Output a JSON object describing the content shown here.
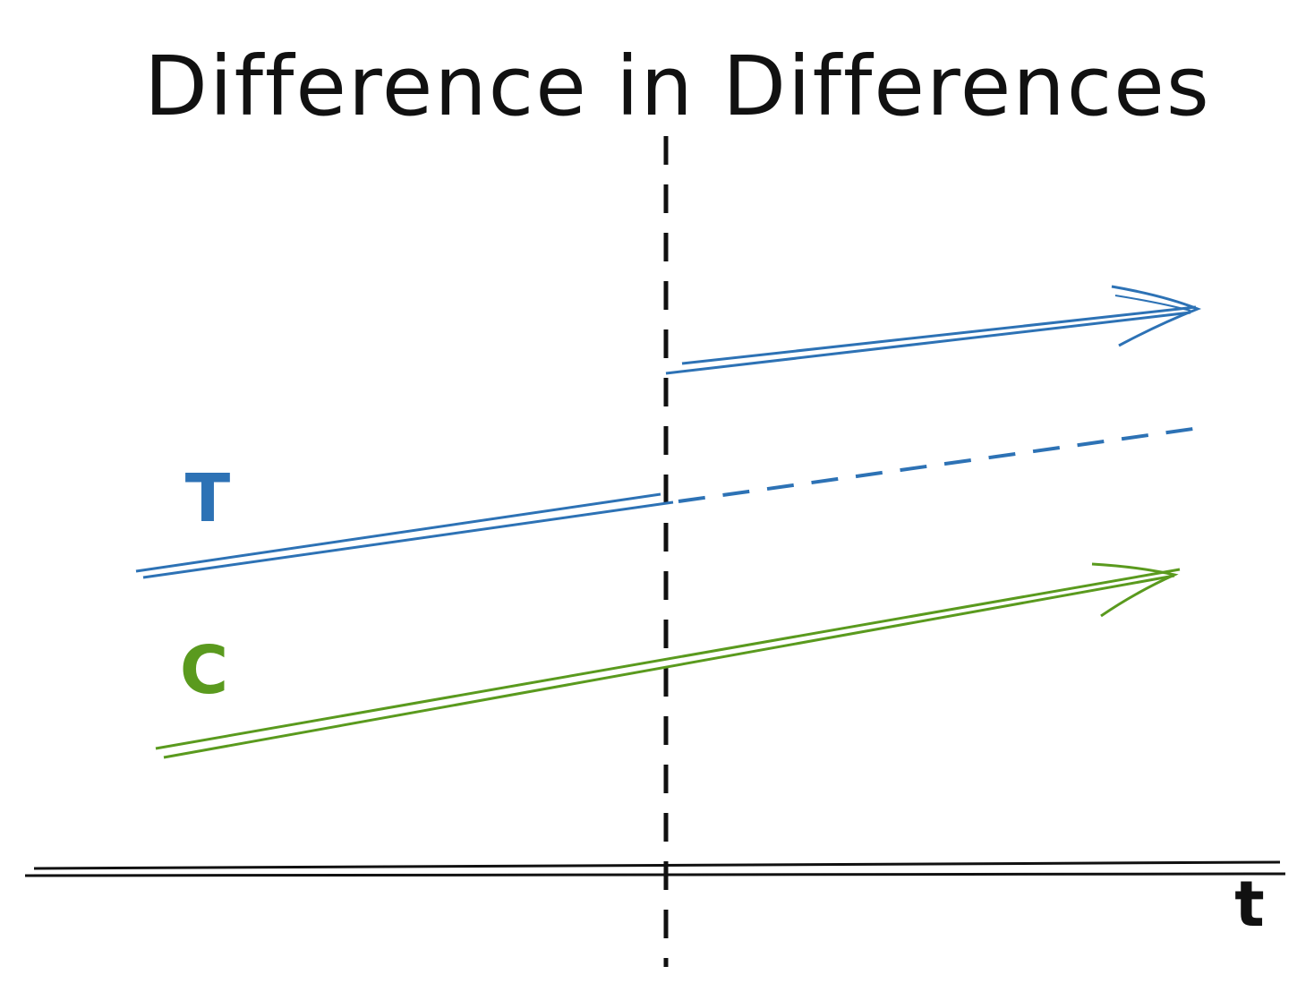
{
  "diagram": {
    "title": "Difference in Differences",
    "treatment_label": "T",
    "control_label": "C",
    "x_axis_label": "t"
  },
  "colors": {
    "ink": "#111111",
    "treatment": "#2d72b5",
    "control": "#5a9a1e",
    "background": "#ffffff"
  }
}
